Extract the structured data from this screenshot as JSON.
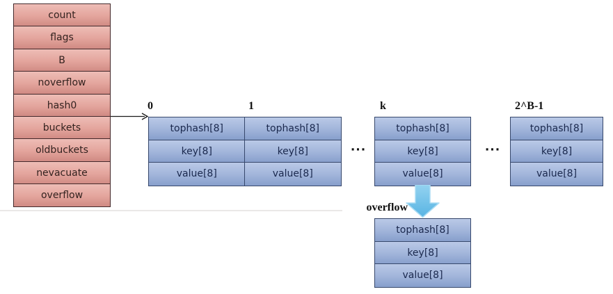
{
  "hmap": {
    "fields": [
      "count",
      "flags",
      "B",
      "noverflow",
      "hash0",
      "buckets",
      "oldbuckets",
      "nevacuate",
      "overflow"
    ]
  },
  "bucket_array": {
    "index_labels": [
      "0",
      "1",
      "k",
      "2^B-1"
    ],
    "slot_fields": [
      "tophash[8]",
      "key[8]",
      "value[8]"
    ],
    "ellipsis": "···"
  },
  "overflow_bucket": {
    "label": "overflow",
    "slot_fields": [
      "tophash[8]",
      "key[8]",
      "value[8]"
    ]
  },
  "colors": {
    "hmap_fill_top": "#eebdb6",
    "hmap_fill_bottom": "#d08a83",
    "hmap_border": "#43292b",
    "hmap_text": "#33221f",
    "bucket_fill_top": "#bac9e7",
    "bucket_fill_bottom": "#879fcc",
    "bucket_border": "#36476b",
    "bucket_text": "#1a284d",
    "pointer_arrow": "#1a1a1a",
    "overflow_arrow_fill_top": "#93d2f0",
    "overflow_arrow_fill_bottom": "#58b4e3",
    "background": "#ffffff"
  }
}
